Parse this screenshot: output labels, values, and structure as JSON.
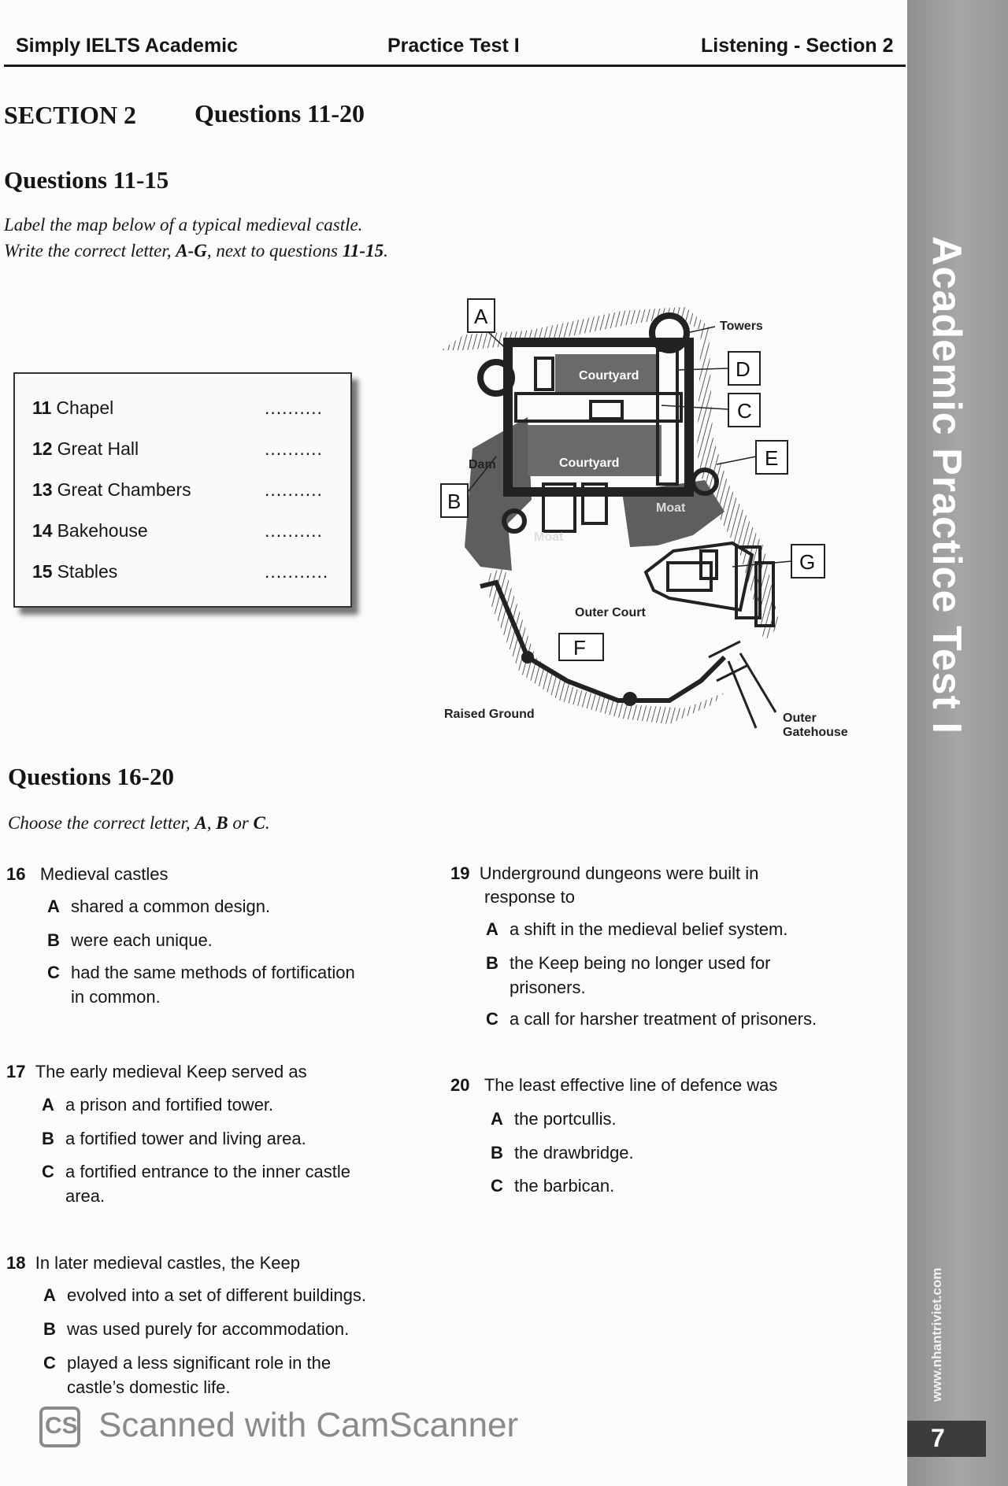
{
  "header": {
    "left": "Simply IELTS Academic",
    "center": "Practice Test I",
    "right": "Listening - Section 2"
  },
  "section": {
    "label": "SECTION 2",
    "questions": "Questions 11-20"
  },
  "part1": {
    "heading": "Questions 11-15",
    "instruction_line1": "Label the map below of a typical medieval castle.",
    "instruction_line2_pre": "Write the correct letter, ",
    "instruction_line2_letters": "A-G",
    "instruction_line2_mid": ", next to questions ",
    "instruction_line2_range": "11-15",
    "instruction_line2_end": ".",
    "items": [
      {
        "num": "11",
        "label": "Chapel",
        "blank": ".........."
      },
      {
        "num": "12",
        "label": "Great Hall",
        "blank": ".........."
      },
      {
        "num": "13",
        "label": "Great Chambers",
        "blank": ".........."
      },
      {
        "num": "14",
        "label": "Bakehouse",
        "blank": ".........."
      },
      {
        "num": "15",
        "label": "Stables",
        "blank": "..........."
      }
    ]
  },
  "map": {
    "labels": {
      "towers": "Towers",
      "courtyard_top": "Courtyard",
      "courtyard_mid": "Courtyard",
      "dam": "Dam",
      "moat_left": "Moat",
      "moat_right": "Moat",
      "outer_court": "Outer Court",
      "raised_ground": "Raised Ground",
      "outer_gatehouse_1": "Outer",
      "outer_gatehouse_2": "Gatehouse"
    },
    "letters": [
      "A",
      "B",
      "C",
      "D",
      "E",
      "F",
      "G"
    ]
  },
  "part2": {
    "heading": "Questions 16-20",
    "instruction_pre": "Choose the correct letter, ",
    "instruction_a": "A",
    "instruction_comma": ", ",
    "instruction_b": "B",
    "instruction_or": " or ",
    "instruction_c": "C",
    "instruction_end": ".",
    "questions": [
      {
        "num": "16",
        "stem": "Medieval castles",
        "options": [
          {
            "letter": "A",
            "text": "shared a common design."
          },
          {
            "letter": "B",
            "text": "were each unique."
          },
          {
            "letter": "C",
            "text": "had the same methods of fortification",
            "text2": "in common."
          }
        ]
      },
      {
        "num": "17",
        "stem": "The early medieval Keep served as",
        "options": [
          {
            "letter": "A",
            "text": "a prison and fortified tower."
          },
          {
            "letter": "B",
            "text": "a fortified tower and living area."
          },
          {
            "letter": "C",
            "text": "a fortified entrance to the inner castle",
            "text2": "area."
          }
        ]
      },
      {
        "num": "18",
        "stem": "In later medieval castles, the Keep",
        "options": [
          {
            "letter": "A",
            "text": "evolved into a set of different buildings."
          },
          {
            "letter": "B",
            "text": "was used purely for accommodation."
          },
          {
            "letter": "C",
            "text": "played a less significant role in the",
            "text2": "castle’s domestic life."
          }
        ]
      },
      {
        "num": "19",
        "stem": "Underground dungeons were built in",
        "stem2": "response to",
        "options": [
          {
            "letter": "A",
            "text": "a shift in the medieval belief system."
          },
          {
            "letter": "B",
            "text": "the Keep being no longer used for",
            "text2": "prisoners."
          },
          {
            "letter": "C",
            "text": "a call for harsher treatment of prisoners."
          }
        ]
      },
      {
        "num": "20",
        "stem": "The least effective line of defence was",
        "options": [
          {
            "letter": "A",
            "text": "the portcullis."
          },
          {
            "letter": "B",
            "text": "the drawbridge."
          },
          {
            "letter": "C",
            "text": "the barbican."
          }
        ]
      }
    ]
  },
  "sidebar": {
    "title": "Academic Practice Test I",
    "url": "www.nhantriviet.com",
    "page_number": "7"
  },
  "watermark": {
    "logo": "CS",
    "text": "Scanned with CamScanner"
  }
}
